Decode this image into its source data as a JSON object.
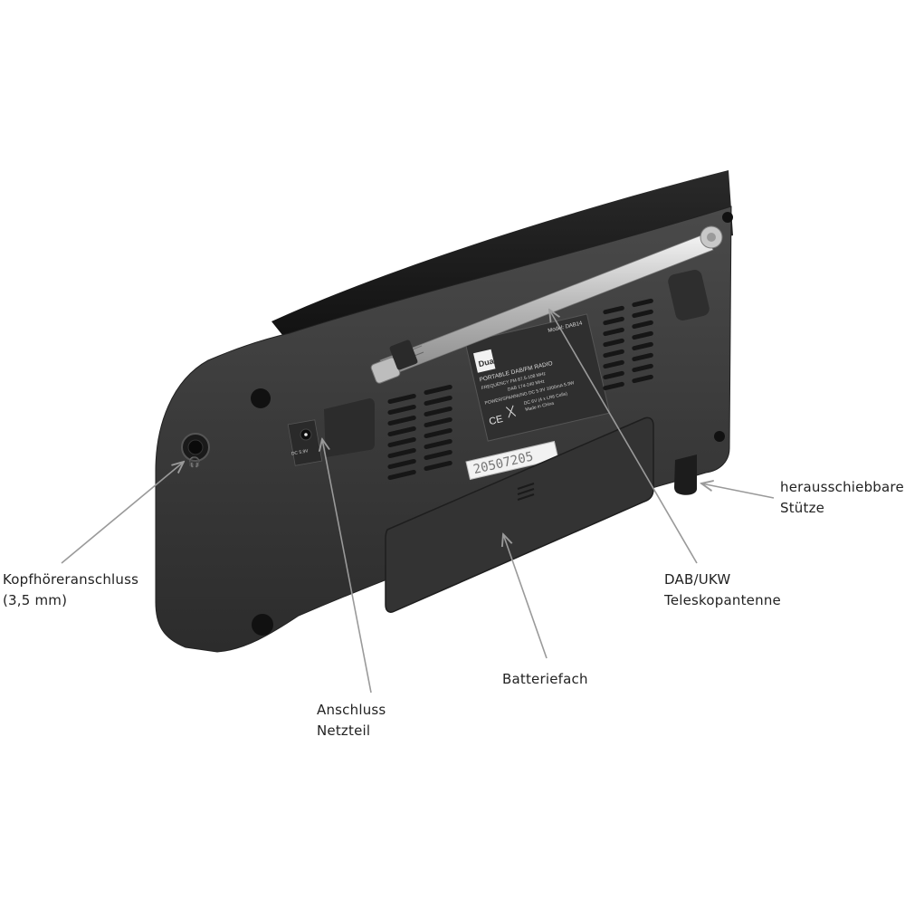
{
  "product": {
    "brand": "Dual",
    "model_text": "Model: DAB14",
    "label_lines": [
      "PORTABLE DAB/FM RADIO",
      "FREQUENCY  FM 87.5-108 MHz",
      "DAB 174-240 MHz",
      "POWER/SPANNUNG  DC 5.9V 1000mA 5.9W",
      "DC 6V (4 x LR6 Cells)",
      "Made in China"
    ],
    "serial_number": "20507205",
    "dc_jack_marking": "DC 5.9V",
    "colors": {
      "body": "#3a3a3a",
      "body_dark": "#262626",
      "antenna": "#cfcfcf",
      "leader_line": "#9a9a9a",
      "sticker": "#f2f2f2"
    }
  },
  "annotations": [
    {
      "id": "headphone",
      "lines": [
        "Kopfhöreranschluss",
        "(3,5 mm)"
      ]
    },
    {
      "id": "power",
      "lines": [
        "Anschluss",
        "Netzteil"
      ]
    },
    {
      "id": "battery",
      "lines": [
        "Batteriefach"
      ]
    },
    {
      "id": "antenna",
      "lines": [
        "DAB/UKW",
        "Teleskopantenne"
      ]
    },
    {
      "id": "stand",
      "lines": [
        "herausschiebbare",
        "Stütze"
      ]
    }
  ]
}
